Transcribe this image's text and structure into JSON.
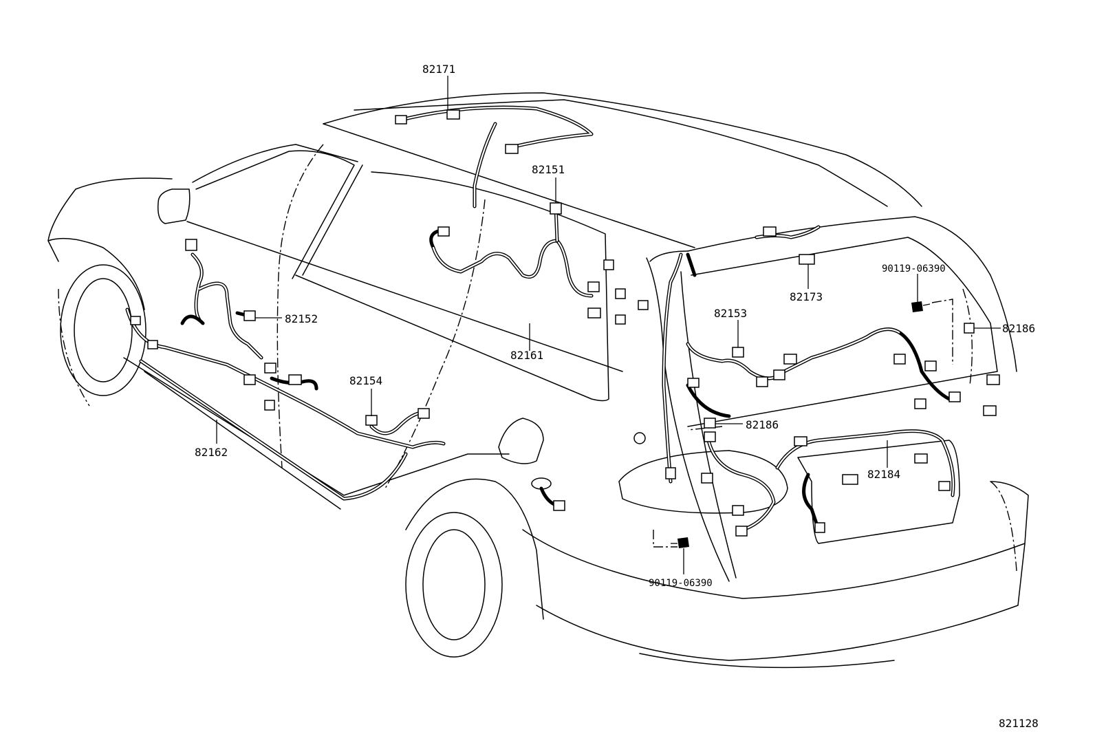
{
  "diagram_id": "821128",
  "parts": [
    {
      "key": "p82171",
      "number": "82171"
    },
    {
      "key": "p82151",
      "number": "82151"
    },
    {
      "key": "p82152",
      "number": "82152"
    },
    {
      "key": "p82161",
      "number": "82161"
    },
    {
      "key": "p82154",
      "number": "82154"
    },
    {
      "key": "p82162",
      "number": "82162"
    },
    {
      "key": "p82153",
      "number": "82153"
    },
    {
      "key": "p82173",
      "number": "82173"
    },
    {
      "key": "p90119a",
      "number": "90119-06390"
    },
    {
      "key": "p82186a",
      "number": "82186"
    },
    {
      "key": "p82186b",
      "number": "82186"
    },
    {
      "key": "p82184",
      "number": "82184"
    },
    {
      "key": "p90119b",
      "number": "90119-06390"
    }
  ]
}
